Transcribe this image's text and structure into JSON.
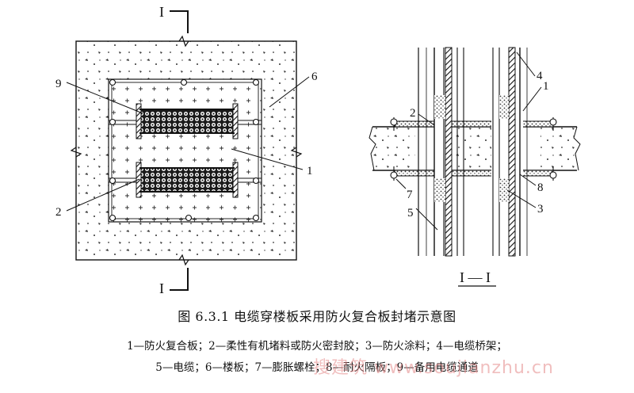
{
  "figure": {
    "section_marker": "I",
    "section_title": "I — I",
    "plan_labels": {
      "l9": "9",
      "l6": "6",
      "l1": "1",
      "l2": "2"
    },
    "section_labels": {
      "l4": "4",
      "l1": "1",
      "l2": "2",
      "l7": "7",
      "l5": "5",
      "l8": "8",
      "l3": "3"
    }
  },
  "caption": {
    "title": "图 6.3.1    电缆穿楼板采用防火复合板封堵示意图",
    "line1": "1—防火复合板；2—柔性有机堵料或防火密封胶；3—防火涂料；4—电缆桥架；",
    "line2": "5—电缆；6—楼板；7—膨胀螺栓；8—耐火隔板；9—备用电缆通道"
  },
  "watermark": "搜建筑 www.soujianzhu.cn"
}
